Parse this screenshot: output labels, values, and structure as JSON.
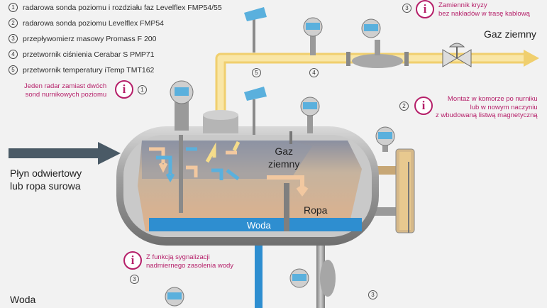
{
  "legend": [
    {
      "num": "1",
      "text": "radarowa sonda poziomu i rozdziału faz Levelflex FMP54/55"
    },
    {
      "num": "2",
      "text": "radarowa sonda poziomu Levelflex FMP54"
    },
    {
      "num": "3",
      "text": "przepływomierz masowy Promass F 200"
    },
    {
      "num": "4",
      "text": "przetwornik ciśnienia Cerabar S PMP71"
    },
    {
      "num": "5",
      "text": "przetwornik temperatury iTemp TMT162"
    }
  ],
  "labels": {
    "gas_outlet": "Gaz ziemny",
    "inlet": "Płyn odwiertowy\nlub ropa surowa",
    "gas_in_tank": "Gaz\nziemny",
    "oil_in_tank": "Ropa",
    "water_in_tank": "Woda",
    "water_outlet": "Woda"
  },
  "notes": [
    {
      "id": "note-top-right",
      "text": "Zamiennik kryzy\nbez nakładów w trasę kablową",
      "ref": "3"
    },
    {
      "id": "note-left",
      "text": "Jeden radar zamiast dwóch\nsond nurnikowych poziomu",
      "ref": "1"
    },
    {
      "id": "note-right",
      "text": "Montaż w komorze po nurniku\nlub w nowym naczyniu\nz wbudowaną listwą magnetyczną",
      "ref": "2"
    },
    {
      "id": "note-bottom",
      "text": "Z funkcją sygnalizacji\nnadmiernego zasolenia wody",
      "ref": "3"
    }
  ],
  "markers": {
    "m5": "5",
    "m4": "4",
    "m3_bottom_left": "3",
    "m3_bottom_right": "3"
  },
  "icons": {
    "info": "i"
  },
  "colors": {
    "accent": "#b51f69",
    "gas_pipe": "#f5dc8a",
    "water": "#2e8ed0",
    "oil": "#d8a784",
    "arrow_dark": "#4a5a66",
    "instrument_head": "#5ab0dd"
  }
}
